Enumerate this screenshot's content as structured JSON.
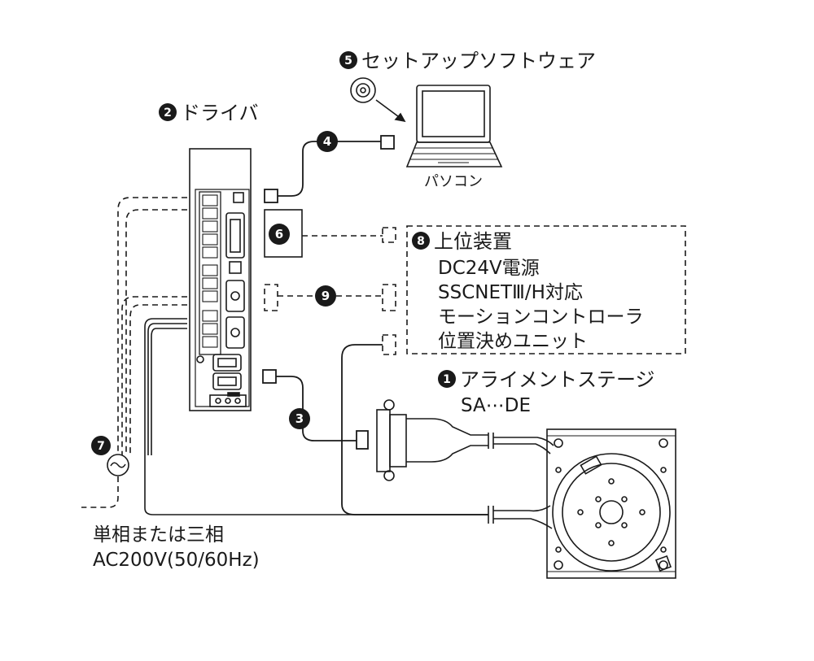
{
  "components": {
    "stage": {
      "number": "1",
      "label": "アライメントステージ",
      "model": "SA⋯DE"
    },
    "driver": {
      "number": "2",
      "label": "ドライバ"
    },
    "cable3": {
      "number": "3"
    },
    "cable4": {
      "number": "4"
    },
    "software": {
      "number": "5",
      "label": "セットアップソフトウェア"
    },
    "item6": {
      "number": "6"
    },
    "power": {
      "number": "7",
      "label_line1": "単相または三相",
      "label_line2": "AC200V(50/60Hz)"
    },
    "host": {
      "number": "8",
      "label": "上位装置",
      "items": [
        "DC24V電源",
        "SSCNETⅢ/H対応",
        "モーションコントローラ",
        "位置決めユニット"
      ]
    },
    "cable9": {
      "number": "9"
    }
  },
  "pc": {
    "label": "パソコン"
  },
  "colors": {
    "line": "#1a1a1a",
    "badge": "#1a1a1a",
    "background": "#ffffff"
  }
}
